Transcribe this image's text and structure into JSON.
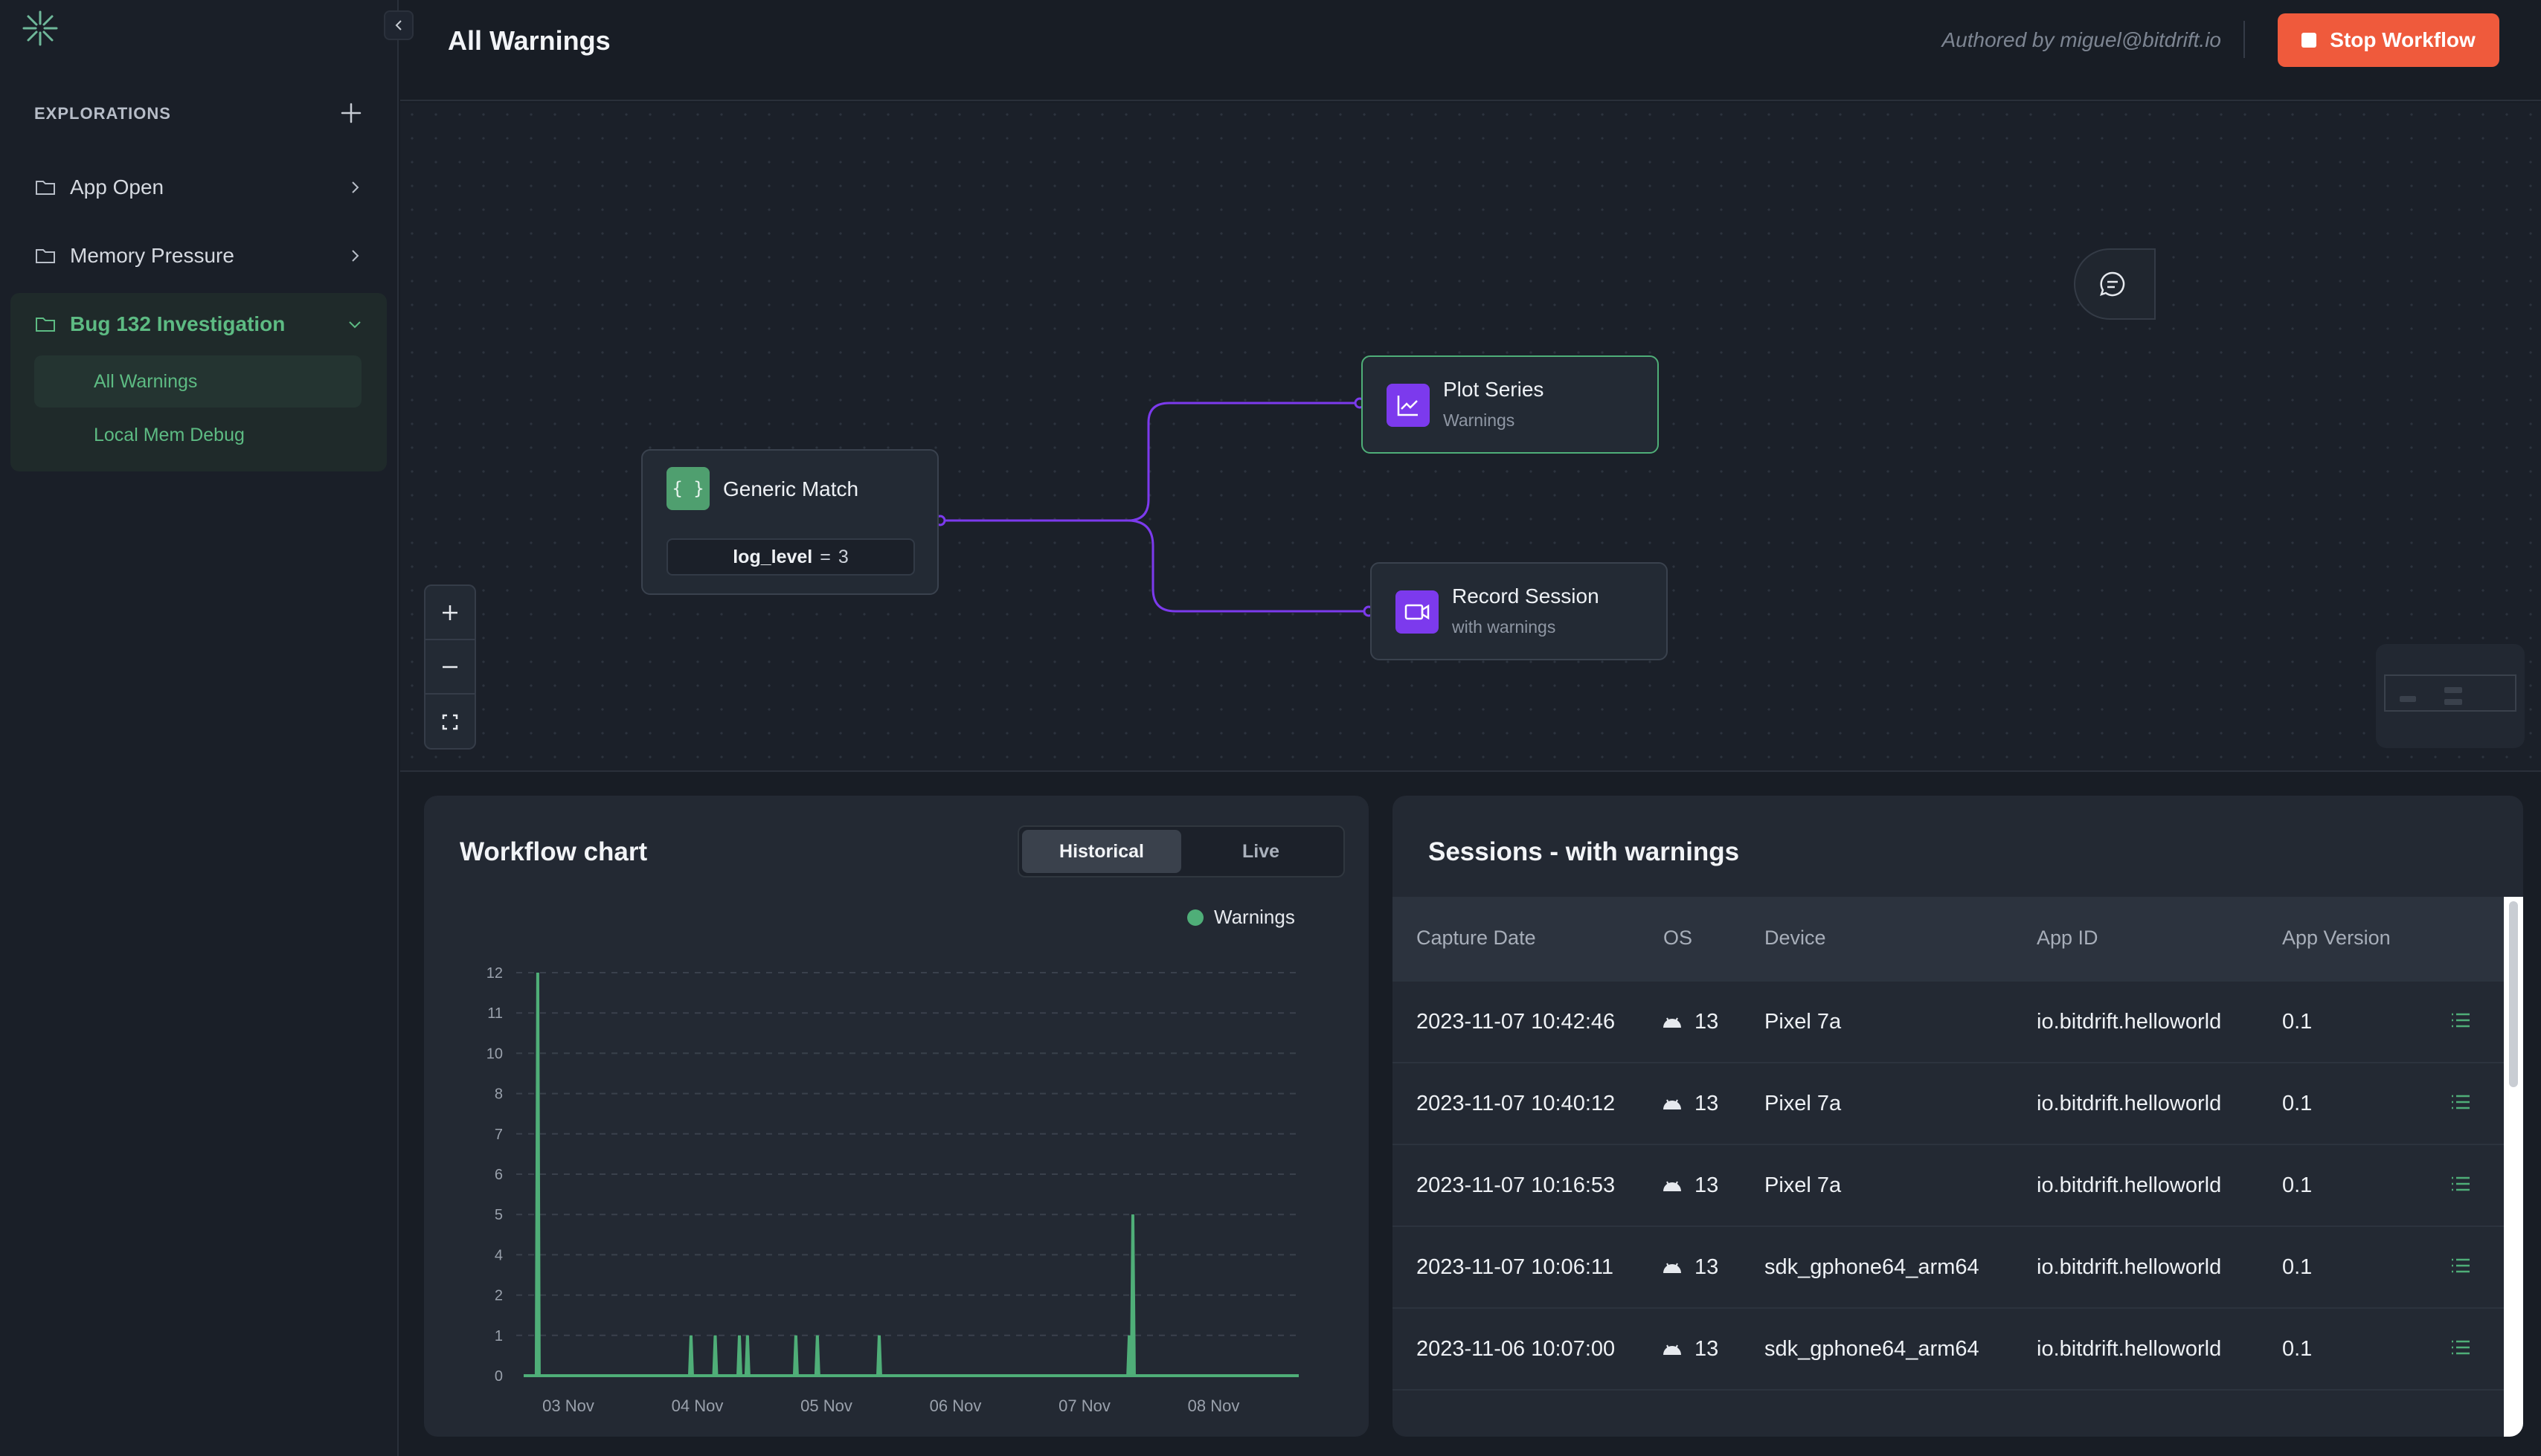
{
  "sidebar": {
    "heading": "EXPLORATIONS",
    "explorations": [
      {
        "label": "App Open"
      },
      {
        "label": "Memory Pressure"
      },
      {
        "label": "Bug 132 Investigation"
      }
    ],
    "bug_items": [
      {
        "label": "All Warnings",
        "active": true
      },
      {
        "label": "Local Mem Debug",
        "active": false
      }
    ]
  },
  "header": {
    "title": "All Warnings",
    "author": "Authored by miguel@bitdrift.io",
    "stop_label": "Stop Workflow"
  },
  "workflow": {
    "generic_match": {
      "title": "Generic Match",
      "cond_key": "log_level",
      "cond_op": "=",
      "cond_value": "3"
    },
    "plot_series": {
      "title": "Plot Series",
      "subtitle": "Warnings"
    },
    "record_session": {
      "title": "Record Session",
      "subtitle": "with warnings"
    }
  },
  "chart_panel": {
    "title": "Workflow chart",
    "tabs": [
      "Historical",
      "Live"
    ],
    "active_tab": "Historical"
  },
  "chart_data": {
    "type": "line",
    "series": [
      {
        "name": "Warnings",
        "color": "#4fae78"
      }
    ],
    "y_ticks": [
      "0",
      "1",
      "2",
      "4",
      "5",
      "6",
      "7",
      "8",
      "10",
      "11",
      "12"
    ],
    "x_ticks": [
      "03 Nov",
      "04 Nov",
      "05 Nov",
      "06 Nov",
      "07 Nov",
      "08 Nov"
    ],
    "spikes": [
      {
        "x": "02 Nov 20:00",
        "y": 12
      },
      {
        "x": "04 Nov 00:30",
        "y": 1
      },
      {
        "x": "04 Nov 05:00",
        "y": 1
      },
      {
        "x": "04 Nov 09:30",
        "y": 1
      },
      {
        "x": "04 Nov 11:00",
        "y": 1
      },
      {
        "x": "04 Nov 20:00",
        "y": 1
      },
      {
        "x": "05 Nov 00:00",
        "y": 1
      },
      {
        "x": "05 Nov 11:30",
        "y": 1
      },
      {
        "x": "07 Nov 10:00",
        "y": 1
      },
      {
        "x": "07 Nov 10:40",
        "y": 5
      }
    ],
    "grid": true
  },
  "sessions": {
    "title": "Sessions - with warnings",
    "columns": [
      "Capture Date",
      "OS",
      "Device",
      "App ID",
      "App Version"
    ],
    "rows": [
      {
        "date": "2023-11-07 10:42:46",
        "os": "13",
        "device": "Pixel 7a",
        "app_id": "io.bitdrift.helloworld",
        "version": "0.1"
      },
      {
        "date": "2023-11-07 10:40:12",
        "os": "13",
        "device": "Pixel 7a",
        "app_id": "io.bitdrift.helloworld",
        "version": "0.1"
      },
      {
        "date": "2023-11-07 10:16:53",
        "os": "13",
        "device": "Pixel 7a",
        "app_id": "io.bitdrift.helloworld",
        "version": "0.1"
      },
      {
        "date": "2023-11-07 10:06:11",
        "os": "13",
        "device": "sdk_gphone64_arm64",
        "app_id": "io.bitdrift.helloworld",
        "version": "0.1"
      },
      {
        "date": "2023-11-06 10:07:00",
        "os": "13",
        "device": "sdk_gphone64_arm64",
        "app_id": "io.bitdrift.helloworld",
        "version": "0.1"
      }
    ]
  },
  "colors": {
    "accent": "#4fae78",
    "purple": "#7c3aed",
    "stop": "#ef5a3c"
  }
}
